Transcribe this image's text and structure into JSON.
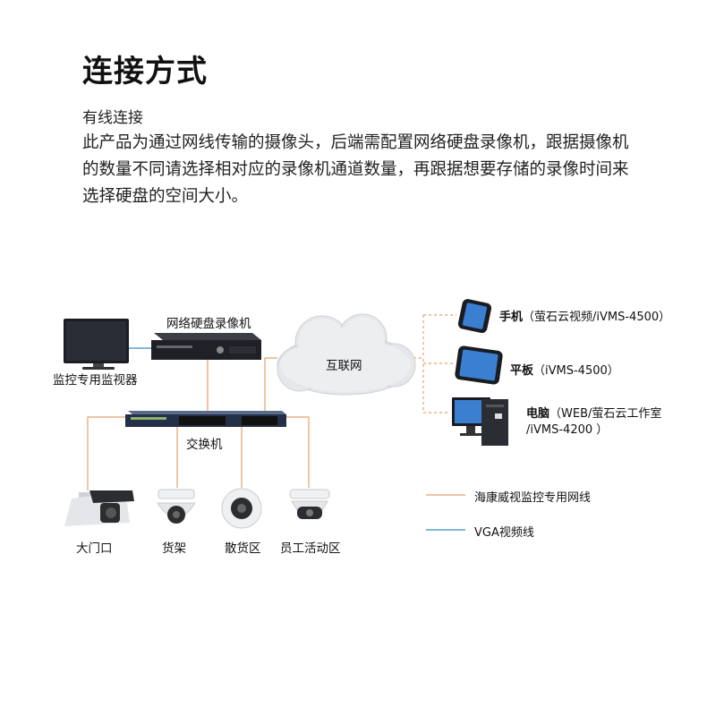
{
  "heading": "连接方式",
  "subheading": "有线连接",
  "paragraph": "此产品为通过网线传输的摄像头，后端需配置网络硬盘录像机，跟据摄像机的数量不同请选择相对应的录像机通道数量，再跟据想要存储的录像时间来选择硬盘的空间大小。",
  "diagram": {
    "monitor": "监控专用监视器",
    "nvr": "网络硬盘录像机",
    "cloud": "互联网",
    "switch": "交换机",
    "cameras": [
      "大门口",
      "货架",
      "散货区",
      "员工活动区"
    ],
    "clients": [
      {
        "name": "手机",
        "detail": "（萤石云视频/iVMS-4500）"
      },
      {
        "name": "平板",
        "detail": "（iVMS-4500）"
      },
      {
        "name": "电脑",
        "detail": "（WEB/萤石云工作室",
        "detail2": "/iVMS-4200  ）"
      }
    ]
  },
  "legend": [
    {
      "label": "海康威视监控专用网线",
      "color": "#e8a06a"
    },
    {
      "label": "VGA视频线",
      "color": "#3a8fb7"
    }
  ]
}
